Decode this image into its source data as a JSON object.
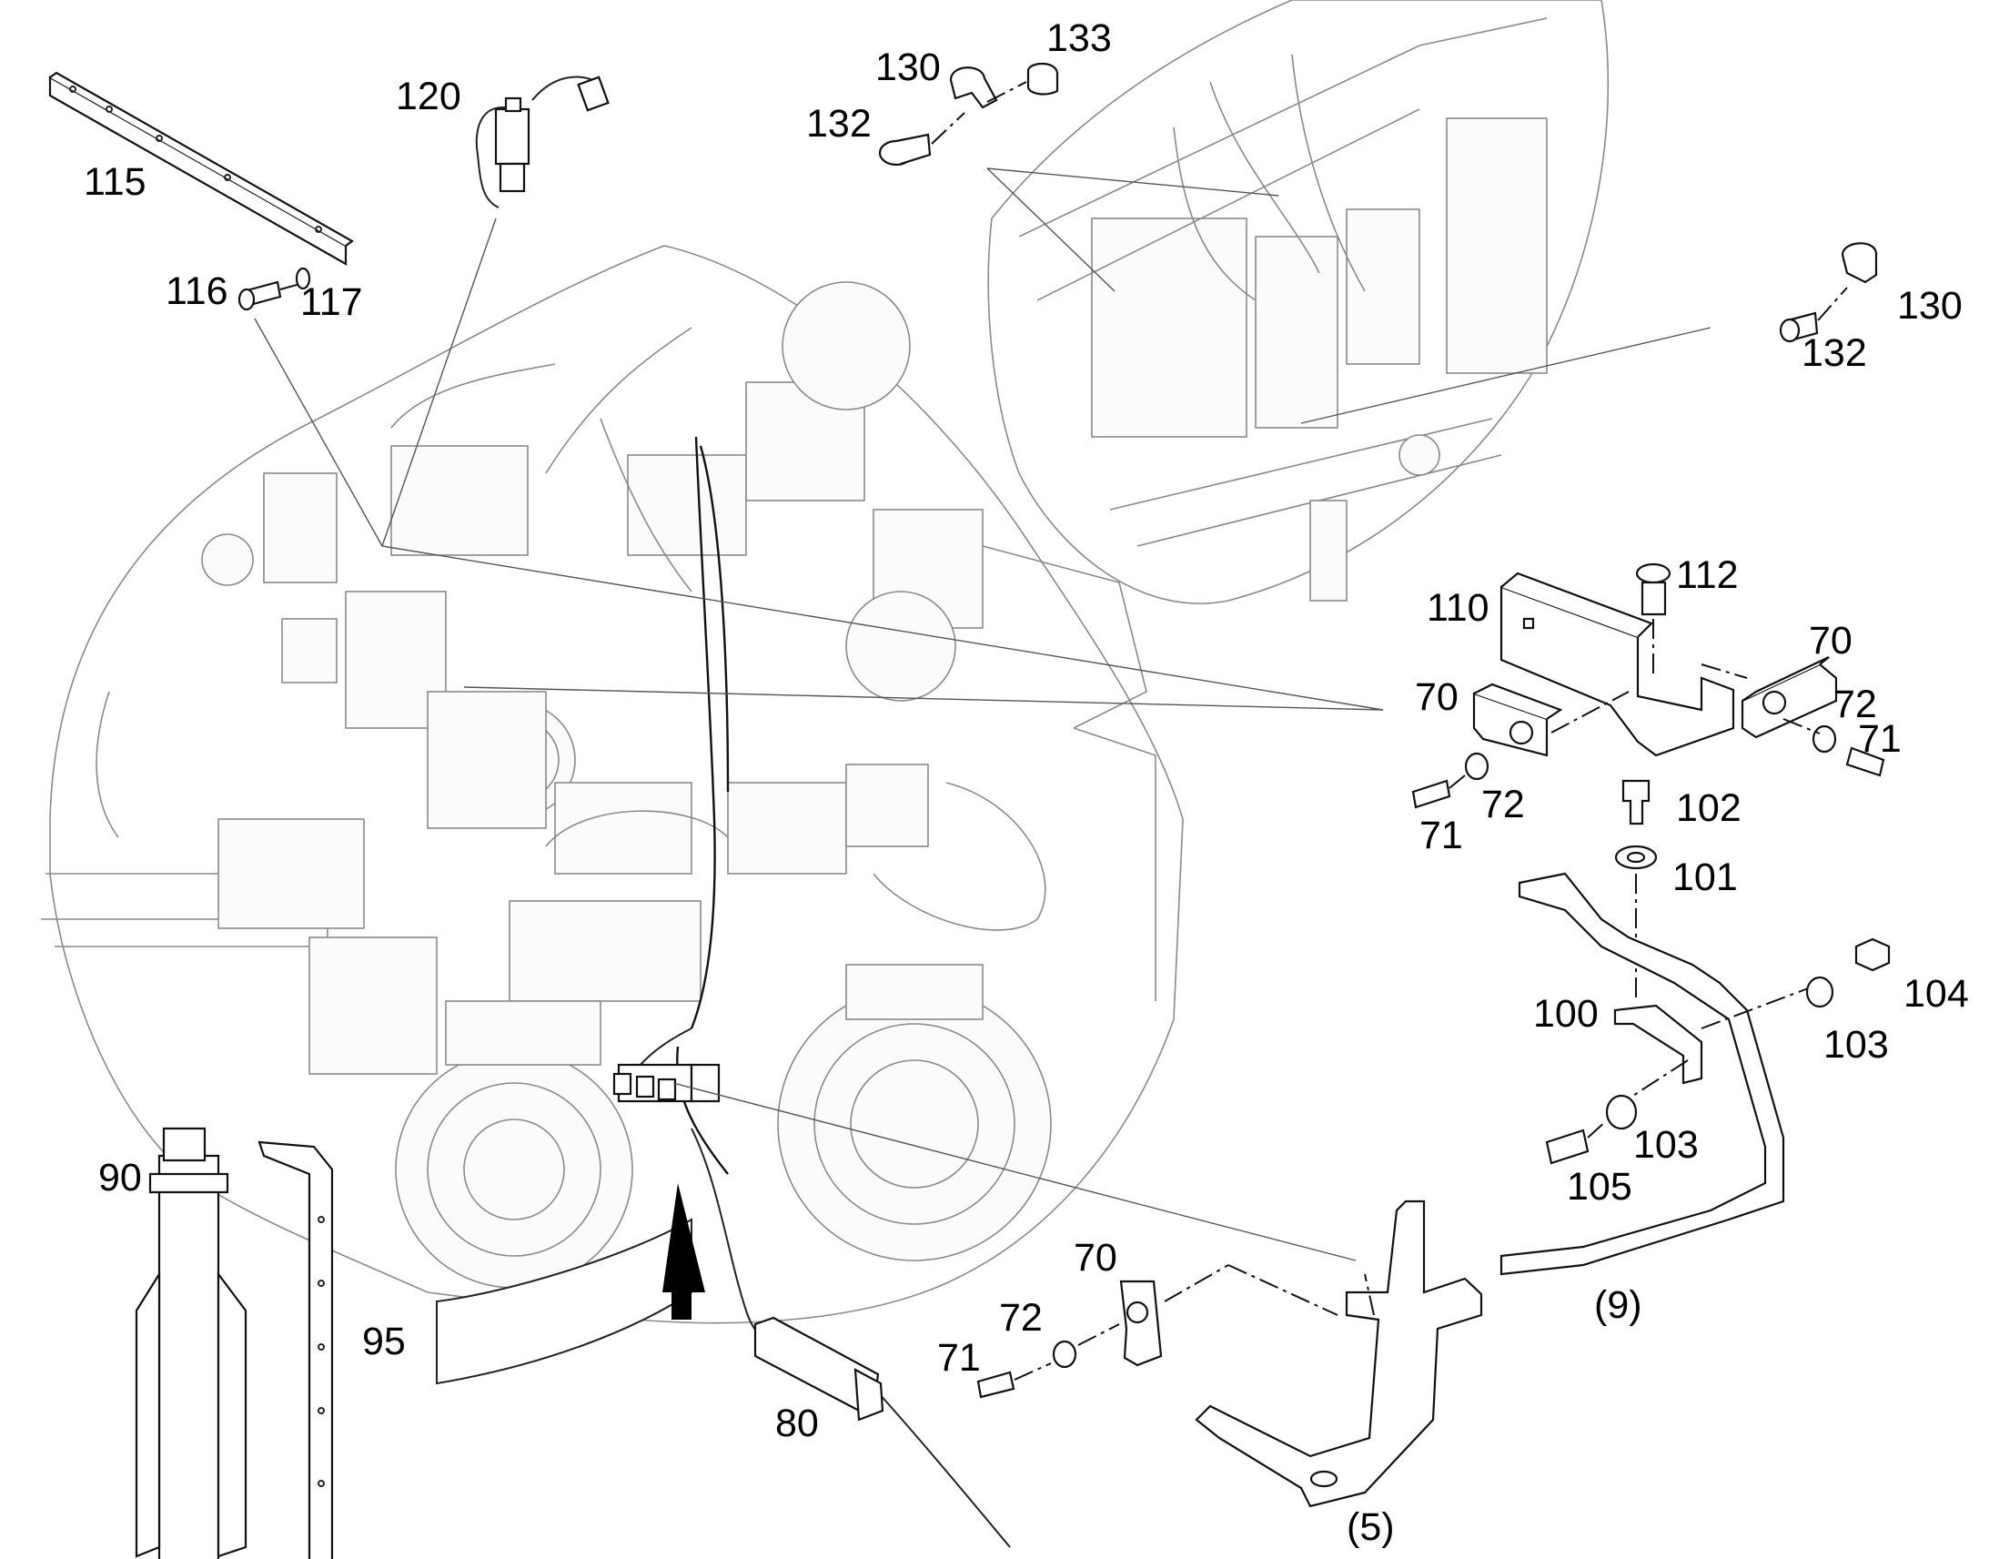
{
  "labels": {
    "l115": "115",
    "l116": "116",
    "l117": "117",
    "l120": "120",
    "l130a": "130",
    "l133": "133",
    "l132a": "132",
    "l130b": "130",
    "l132b": "132",
    "l112": "112",
    "l110": "110",
    "l70a": "70",
    "l70b": "70",
    "l72a": "72",
    "l71a": "71",
    "l71b": "71",
    "l72b": "72",
    "l102": "102",
    "l101": "101",
    "l104": "104",
    "l100": "100",
    "l103a": "103",
    "l103b": "103",
    "l105": "105",
    "l9": "(9)",
    "l90": "90",
    "l95": "95",
    "l70c": "70",
    "l72c": "72",
    "l71c": "71",
    "l80": "80",
    "l5": "(5)"
  },
  "colors": {
    "line": "#111111",
    "faint": "#8a8a8a",
    "background": "#ffffff",
    "arrow": "#000000"
  }
}
